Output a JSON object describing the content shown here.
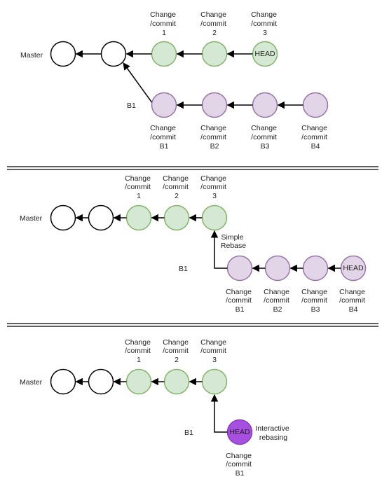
{
  "colors": {
    "commit_fill": "#d5e8d4",
    "commit_stroke": "#82b366",
    "branch_fill": "#e1d5e7",
    "branch_stroke": "#9673a6",
    "interactive_fill": "#a64fe0",
    "interactive_stroke": "#8a3ab8",
    "base_stroke": "#000000",
    "separator": "#000000"
  },
  "panels": [
    {
      "master_label": "Master",
      "branch_label": "B1",
      "commits": [
        {
          "label": [
            "Change",
            "/commit",
            "1"
          ]
        },
        {
          "label": [
            "Change",
            "/commit",
            "2"
          ]
        },
        {
          "label": [
            "Change",
            "/commit",
            "3"
          ],
          "text": "HEAD"
        }
      ],
      "branch_commits": [
        {
          "label": [
            "Change",
            "/commit",
            "B1"
          ]
        },
        {
          "label": [
            "Change",
            "/commit",
            "B2"
          ]
        },
        {
          "label": [
            "Change",
            "/commit",
            "B3"
          ]
        },
        {
          "label": [
            "Change",
            "/commit",
            "B4"
          ]
        }
      ]
    },
    {
      "master_label": "Master",
      "branch_label": "B1",
      "note": [
        "Simple",
        "Rebase"
      ],
      "commits": [
        {
          "label": [
            "Change",
            "/commit",
            "1"
          ]
        },
        {
          "label": [
            "Change",
            "/commit",
            "2"
          ]
        },
        {
          "label": [
            "Change",
            "/commit",
            "3"
          ]
        }
      ],
      "branch_commits": [
        {
          "label": [
            "Change",
            "/commit",
            "B1"
          ]
        },
        {
          "label": [
            "Change",
            "/commit",
            "B2"
          ]
        },
        {
          "label": [
            "Change",
            "/commit",
            "B3"
          ]
        },
        {
          "label": [
            "Change",
            "/commit",
            "B4"
          ],
          "text": "HEAD"
        }
      ]
    },
    {
      "master_label": "Master",
      "branch_label": "B1",
      "note": [
        "Interactive",
        "rebasing"
      ],
      "commits": [
        {
          "label": [
            "Change",
            "/commit",
            "1"
          ]
        },
        {
          "label": [
            "Change",
            "/commit",
            "2"
          ]
        },
        {
          "label": [
            "Change",
            "/commit",
            "3"
          ]
        }
      ],
      "branch_commits": [
        {
          "label": [
            "Change",
            "/commit",
            "B1"
          ],
          "text": "HEAD",
          "style": "interactive"
        }
      ]
    }
  ]
}
